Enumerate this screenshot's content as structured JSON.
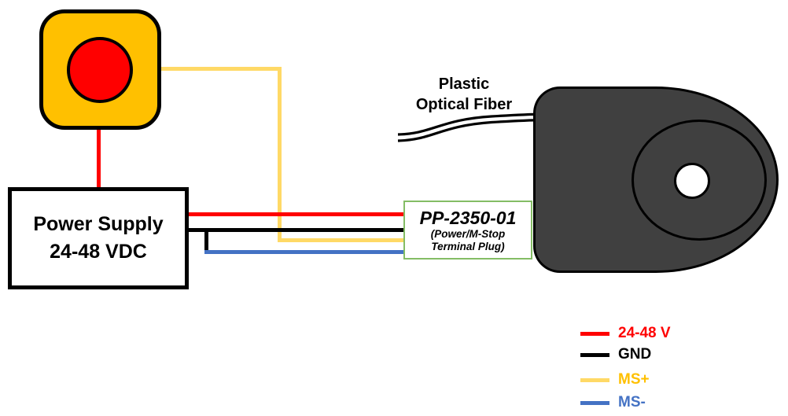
{
  "power_supply": {
    "line1": "Power Supply",
    "line2": "24-48 VDC"
  },
  "terminal_plug": {
    "title": "PP-2350-01",
    "subtitle_line1": "(Power/M-Stop",
    "subtitle_line2": "Terminal Plug)"
  },
  "fiber": {
    "label_line1": "Plastic",
    "label_line2": "Optical Fiber"
  },
  "legend": {
    "items": [
      {
        "label": "24-48 V",
        "text_color": "#FF0000",
        "swatch_color": "#FF0000"
      },
      {
        "label": "GND",
        "text_color": "#000000",
        "swatch_color": "#000000"
      },
      {
        "label": "MS+",
        "text_color": "#FFC000",
        "swatch_color": "#FFD966"
      },
      {
        "label": "MS-",
        "text_color": "#4472C4",
        "swatch_color": "#4472C4"
      }
    ]
  },
  "colors": {
    "wire_red": "#FF0000",
    "wire_black": "#000000",
    "wire_yellow": "#FFD966",
    "wire_blue": "#4472C4",
    "estop_body": "#FFC000",
    "estop_circle": "#FF0000",
    "motor_body": "#404040",
    "plug_label_border": "#84BD65"
  }
}
